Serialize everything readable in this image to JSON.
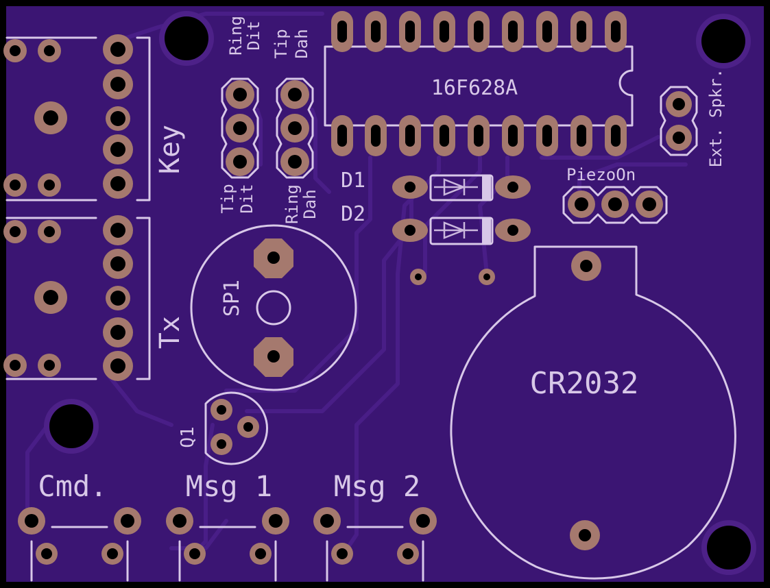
{
  "labels": {
    "ic": "16F628A",
    "key": "Key",
    "tx": "Tx",
    "ring_dit": [
      "Ring",
      "Dit"
    ],
    "tip_dah": [
      "Tip",
      "Dah"
    ],
    "tip_dit": [
      "Tip",
      "Dit"
    ],
    "ring_dah": [
      "Ring",
      "Dah"
    ],
    "d1": "D1",
    "d2": "D2",
    "piezo": "PiezoOn",
    "ext_spkr": "Ext. Spkr.",
    "sp1": "SP1",
    "q1": "Q1",
    "battery": "CR2032",
    "btn_cmd": "Cmd.",
    "btn_msg1": "Msg 1",
    "btn_msg2": "Msg 2"
  },
  "colors": {
    "board": "#3b1573",
    "border": "#000000",
    "silkscreen": "#d8c8e8",
    "copper_pad": "#a5796e",
    "drill": "#000000"
  }
}
